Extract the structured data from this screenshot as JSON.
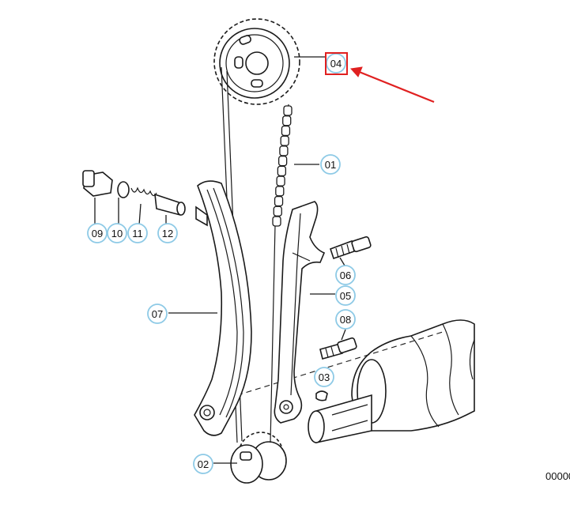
{
  "callouts": {
    "c01": "01",
    "c02": "02",
    "c03": "03",
    "c04": "04",
    "c05": "05",
    "c06": "06",
    "c07": "07",
    "c08": "08",
    "c09": "09",
    "c10": "10",
    "c11": "11",
    "c12": "12"
  },
  "diagram_code": "00000",
  "colors": {
    "highlight_box": "#e02020",
    "arrow": "#e02020",
    "callout_ring": "#8ecae6"
  }
}
